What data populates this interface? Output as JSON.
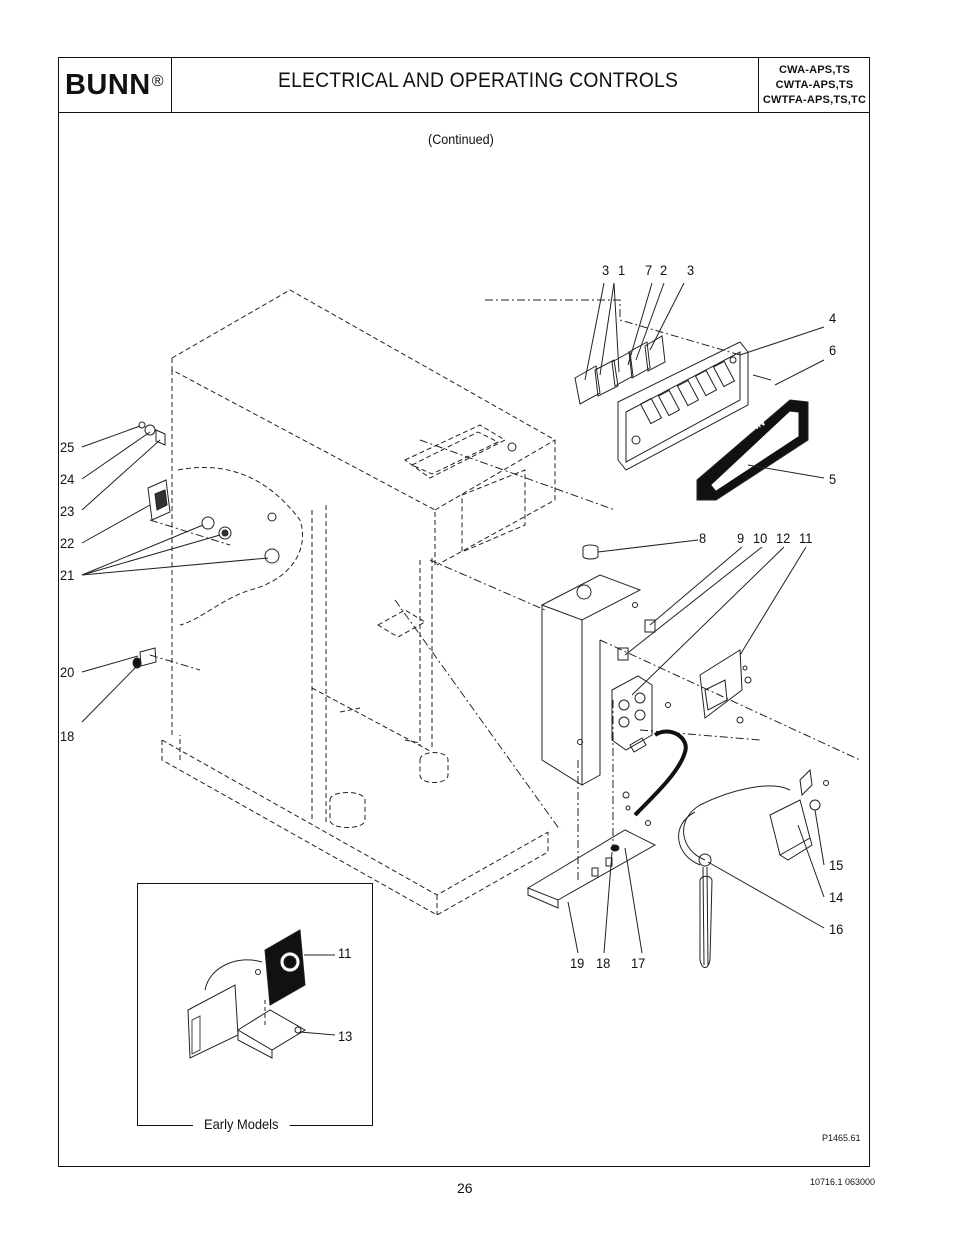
{
  "header": {
    "brand": "BUNN",
    "brand_mark": "®",
    "title": "ELECTRICAL  AND OPERATING CONTROLS",
    "models": [
      "CWA-APS,TS",
      "CWTA-APS,TS",
      "CWTFA-APS,TS,TC"
    ]
  },
  "subtitle": "(Continued)",
  "callouts": {
    "top": [
      "3",
      "1",
      "7",
      "2",
      "3"
    ],
    "c4": "4",
    "c6": "6",
    "c5": "5",
    "c8": "8",
    "mid": [
      "9",
      "10",
      "12",
      "11"
    ],
    "left": [
      "25",
      "24",
      "23",
      "22",
      "21",
      "20",
      "18"
    ],
    "c15": "15",
    "c14": "14",
    "c16": "16",
    "bottom": [
      "19",
      "18",
      "17"
    ],
    "inset": [
      "11",
      "13"
    ]
  },
  "inset_label": "Early Models",
  "figure_number": "P1465.61",
  "page_number": "26",
  "doc_number": "10716.1 063000"
}
